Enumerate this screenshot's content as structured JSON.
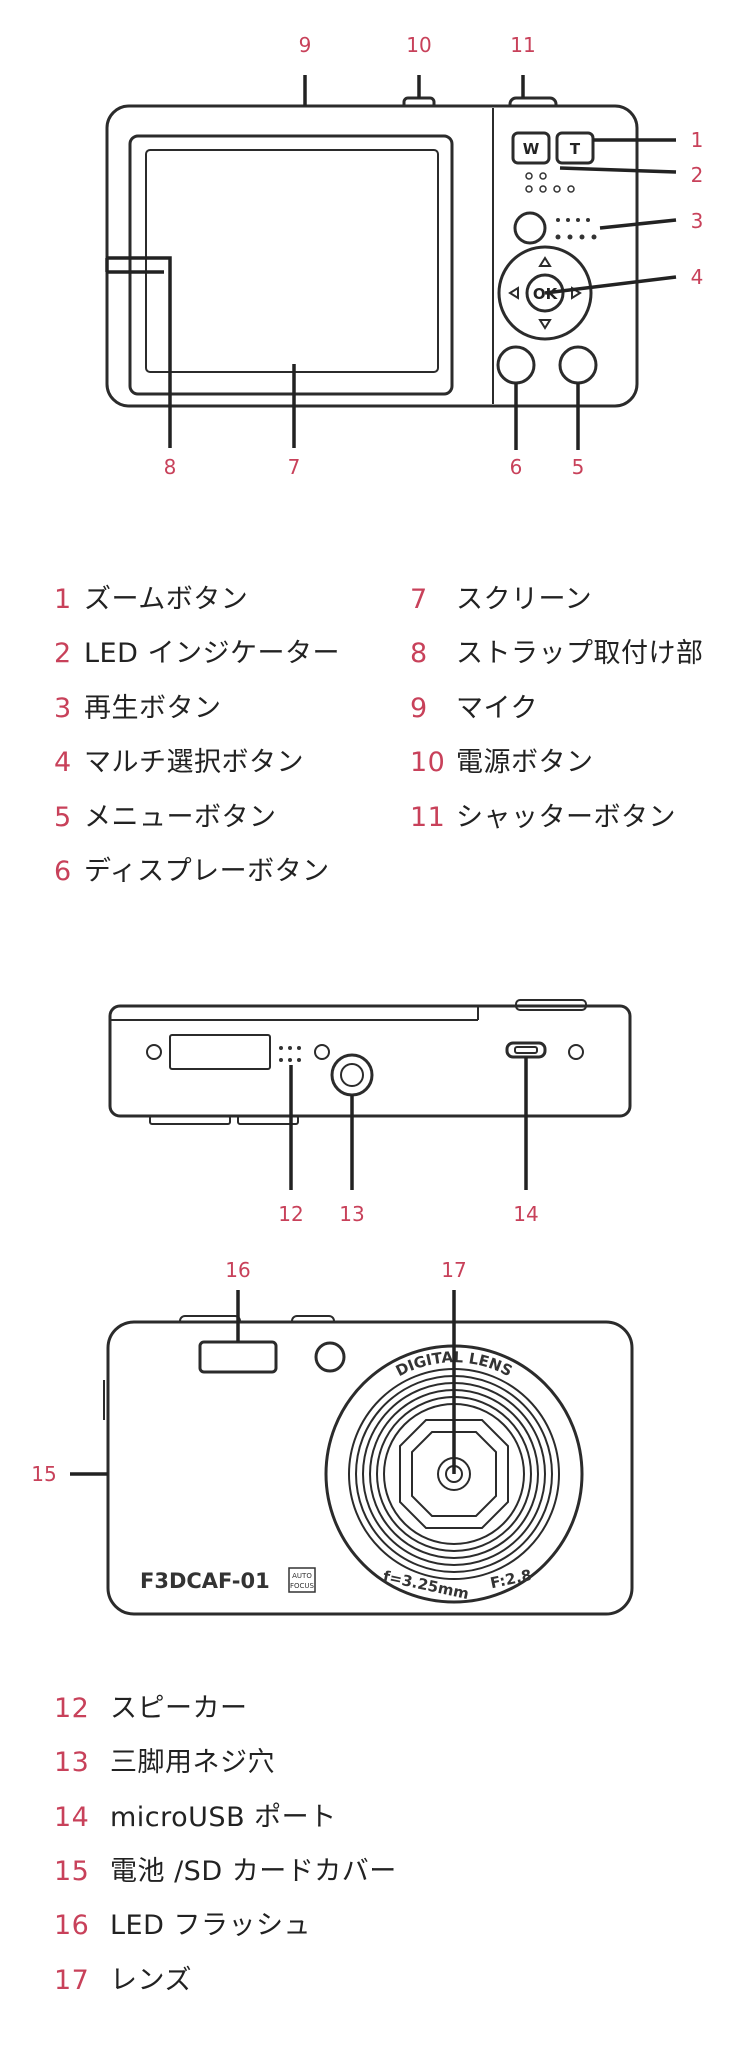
{
  "callouts": {
    "c1": "1",
    "c2": "2",
    "c3": "3",
    "c4": "4",
    "c5": "5",
    "c6": "6",
    "c7": "7",
    "c8": "8",
    "c9": "9",
    "c10": "10",
    "c11": "11",
    "c12": "12",
    "c13": "13",
    "c14": "14",
    "c15": "15",
    "c16": "16",
    "c17": "17"
  },
  "legend_back": [
    {
      "num": "1",
      "label": "ズームボタン"
    },
    {
      "num": "2",
      "label": "LED インジケーター"
    },
    {
      "num": "3",
      "label": "再生ボタン"
    },
    {
      "num": "4",
      "label": "マルチ選択ボタン"
    },
    {
      "num": "5",
      "label": "メニューボタン"
    },
    {
      "num": "6",
      "label": "ディスプレーボタン"
    },
    {
      "num": "7",
      "label": "スクリーン"
    },
    {
      "num": "8",
      "label": "ストラップ取付け部"
    },
    {
      "num": "9",
      "label": "マイク"
    },
    {
      "num": "10",
      "label": "電源ボタン"
    },
    {
      "num": "11",
      "label": "シャッターボタン"
    }
  ],
  "legend_bottom": [
    {
      "num": "12",
      "label": "スピーカー"
    },
    {
      "num": "13",
      "label": "三脚用ネジ穴"
    },
    {
      "num": "14",
      "label": "microUSB ポート"
    },
    {
      "num": "15",
      "label": "電池 /SD カードカバー"
    },
    {
      "num": "16",
      "label": "LED フラッシュ"
    },
    {
      "num": "17",
      "label": "レンズ"
    }
  ],
  "button_marks": {
    "zoom_wide": "W",
    "zoom_tele": "T",
    "ok": "OK"
  },
  "camera_front": {
    "model": "F3DCAF-01",
    "badge_line1": "AUTO",
    "badge_line2": "FOCUS",
    "lens_top": "DIGITAL LENS",
    "lens_focal": "f=3.25mm",
    "lens_aperture": "F:2.8"
  },
  "colors": {
    "accent": "#c8415a",
    "line": "#222222"
  }
}
